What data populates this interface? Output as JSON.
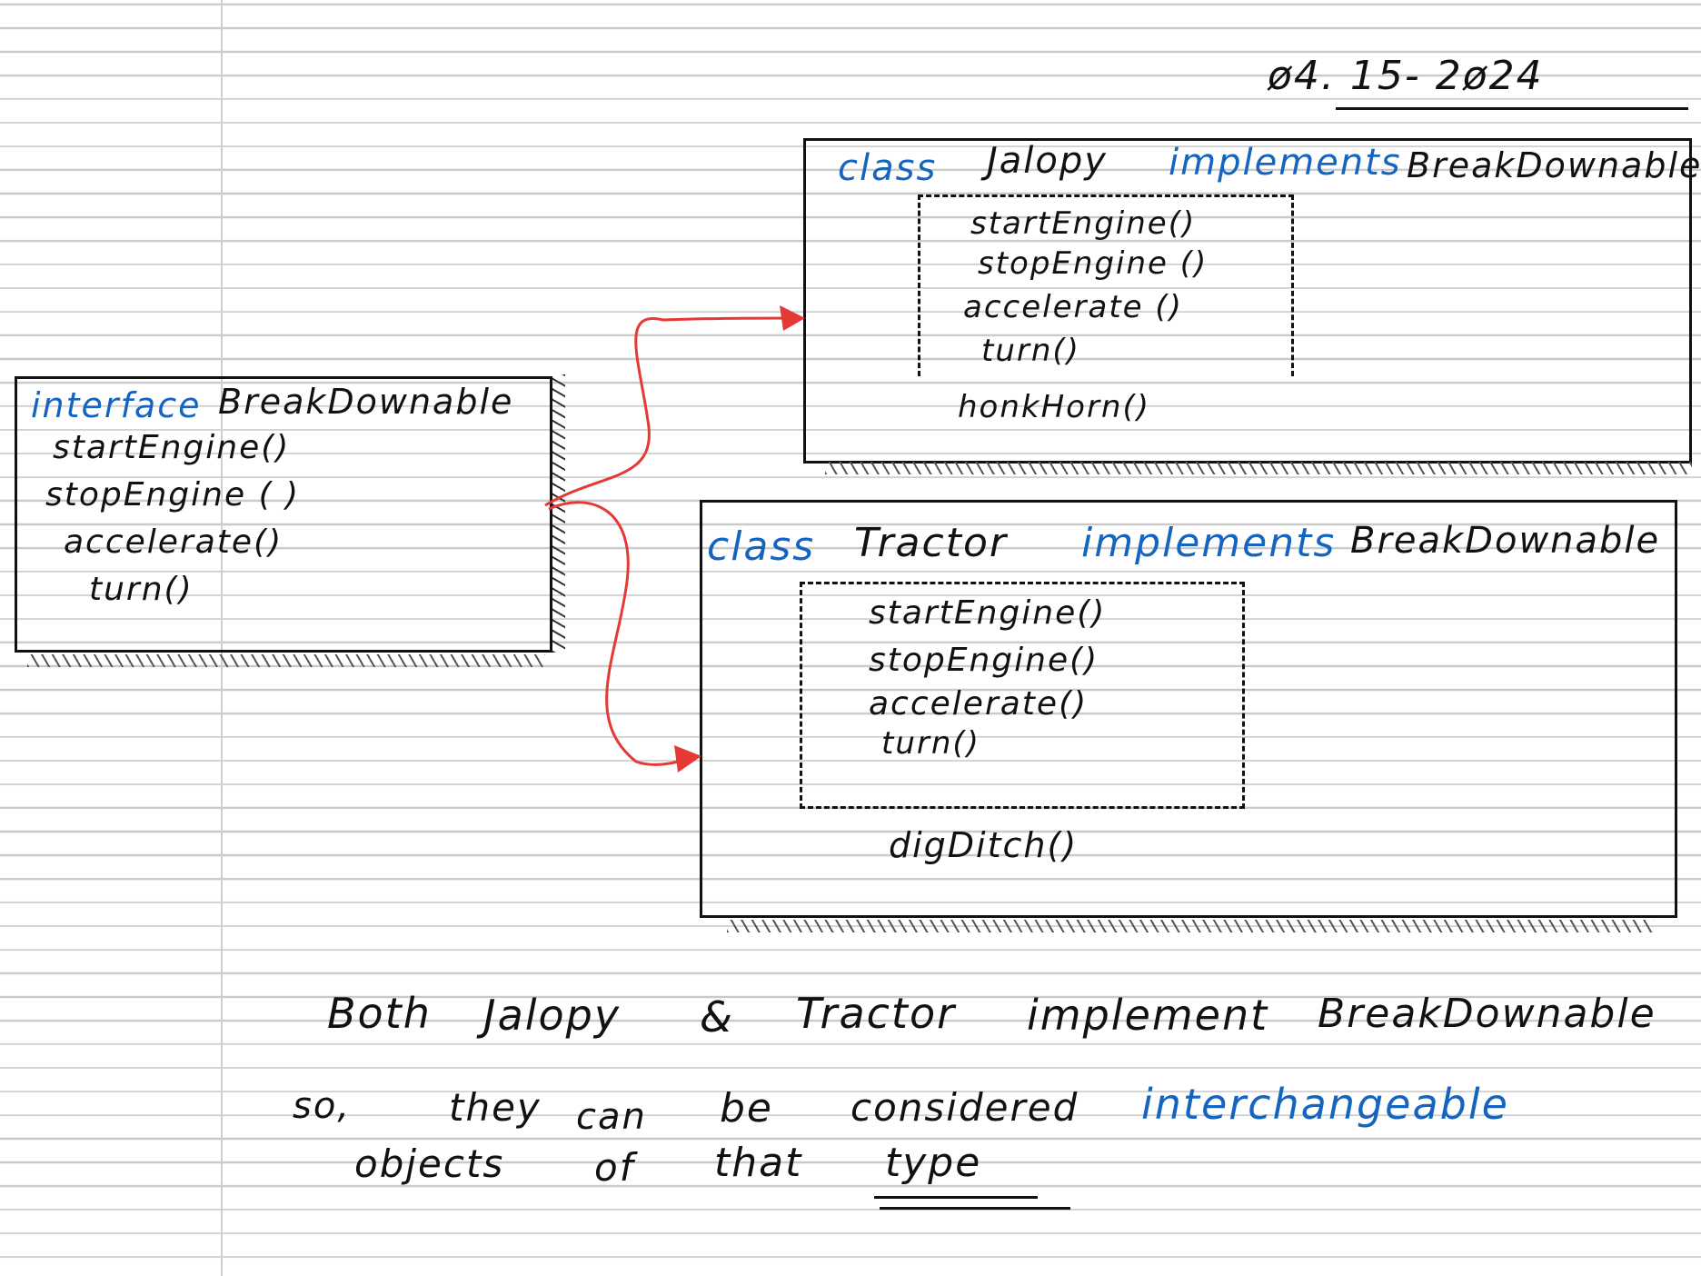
{
  "date": "ø4. 15- 2ø24",
  "interface_box": {
    "keyword": "interface",
    "name": "BreakDownable",
    "methods": [
      "startEngine()",
      "stopEngine ( )",
      "accelerate()",
      "turn()"
    ]
  },
  "jalopy_box": {
    "keyword": "class",
    "name": "Jalopy",
    "implements_keyword": "implements",
    "interface_name": "BreakDownable",
    "interface_methods": [
      "startEngine()",
      "stopEngine ()",
      "accelerate ()",
      "turn()"
    ],
    "extra_methods": [
      "honkHorn()"
    ]
  },
  "tractor_box": {
    "keyword": "class",
    "name": "Tractor",
    "implements_keyword": "implements",
    "interface_name": "BreakDownable",
    "interface_methods": [
      "startEngine()",
      "stopEngine()",
      "accelerate()",
      "turn()"
    ],
    "extra_methods": [
      "digDitch()"
    ]
  },
  "notes": {
    "line1": [
      "Both",
      "Jalopy",
      "&",
      "Tractor",
      "implement",
      "BreakDownable"
    ],
    "line2": [
      "so,",
      "they",
      "can",
      "be",
      "considered",
      "interchangeable"
    ],
    "line3": [
      "objects",
      "of",
      "that",
      "type"
    ]
  },
  "colors": {
    "ink": "#111111",
    "keyword_blue": "#1565c0",
    "arrow_red": "#e53935",
    "rule_line": "#c9c9c9"
  }
}
